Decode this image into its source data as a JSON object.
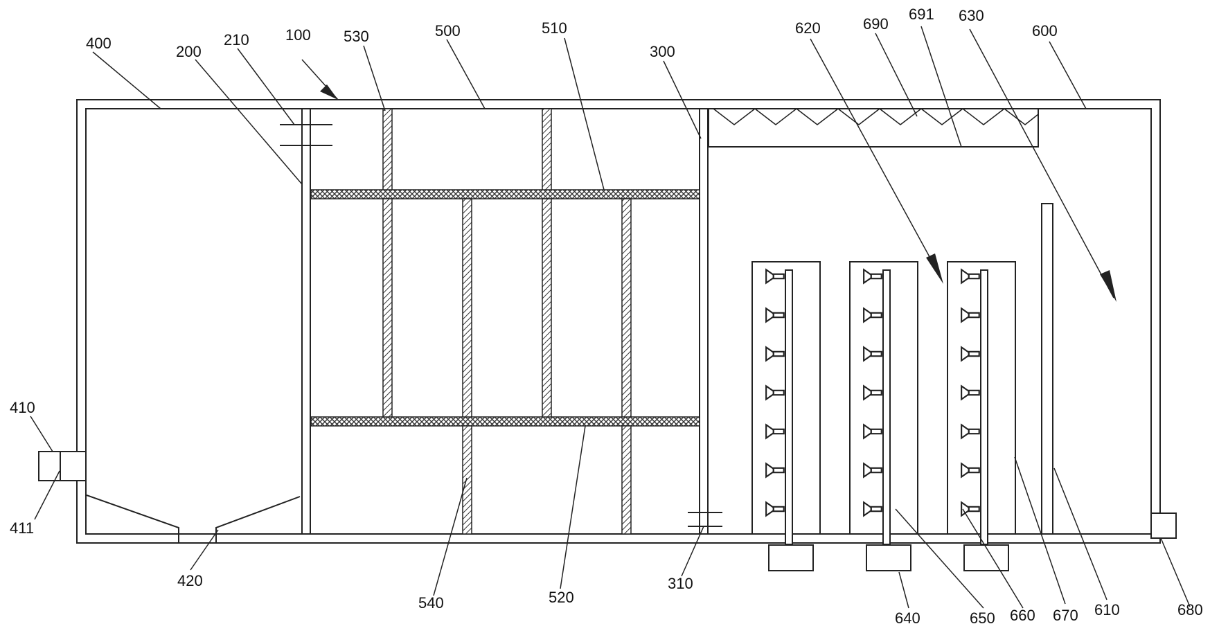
{
  "diagram": {
    "labels": {
      "l100": "100",
      "l200": "200",
      "l210": "210",
      "l300": "300",
      "l310": "310",
      "l400": "400",
      "l410": "410",
      "l411": "411",
      "l420": "420",
      "l500": "500",
      "l510": "510",
      "l520": "520",
      "l530": "530",
      "l540": "540",
      "l600": "600",
      "l610": "610",
      "l620": "620",
      "l630": "630",
      "l640": "640",
      "l650": "650",
      "l660": "660",
      "l670": "670",
      "l680": "680",
      "l690": "690",
      "l691": "691"
    }
  }
}
